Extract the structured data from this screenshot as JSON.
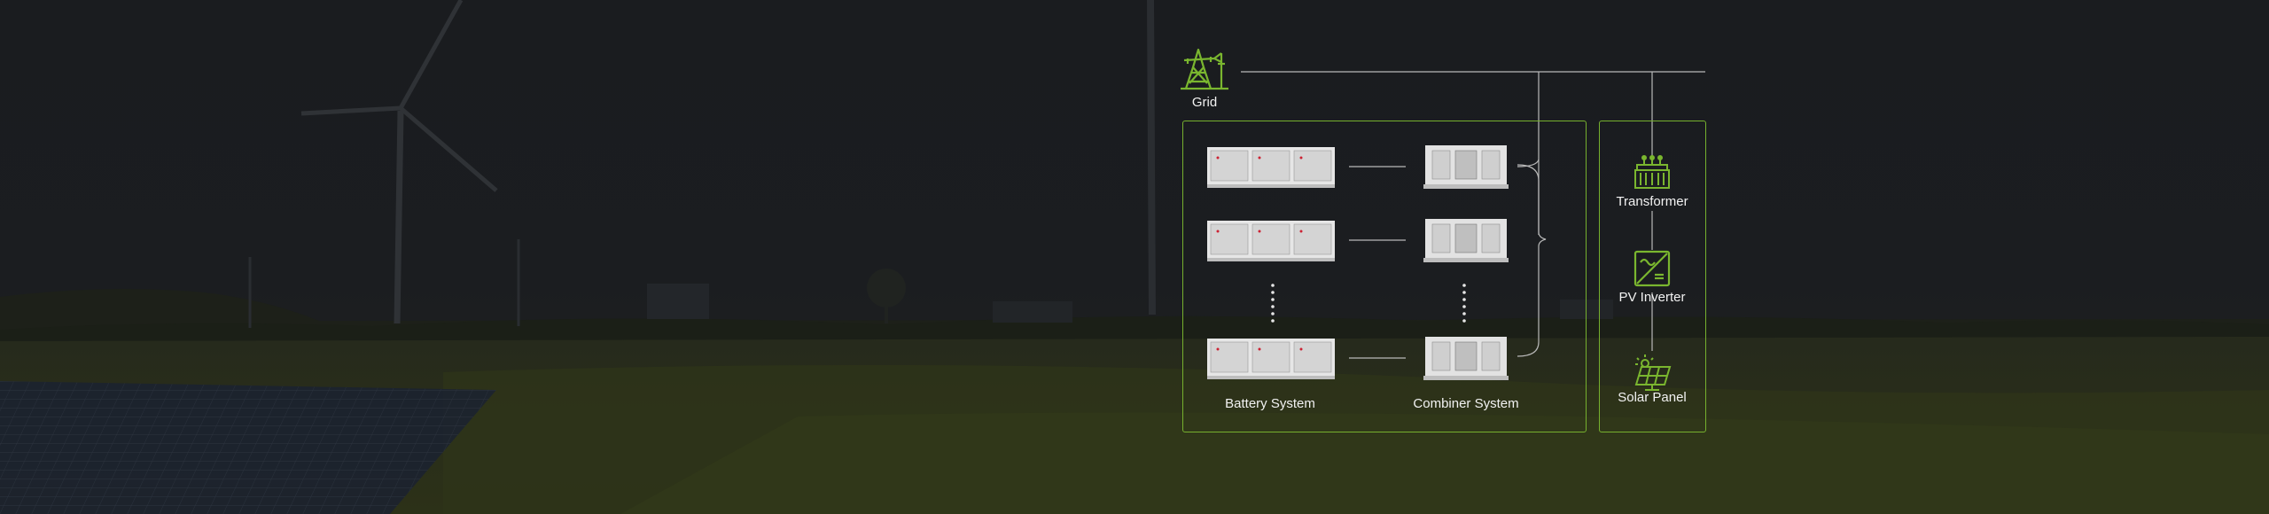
{
  "diagram": {
    "grid_label": "Grid",
    "battery_label": "Battery System",
    "combiner_label": "Combiner System",
    "transformer_label": "Transformer",
    "pv_inverter_label": "PV Inverter",
    "solar_panel_label": "Solar Panel"
  },
  "colors": {
    "accent": "#7ab62f",
    "line": "#b9b9b9",
    "equipment": "#e4e4e4",
    "background": "#17191b"
  },
  "icons": [
    "grid-tower-icon",
    "transformer-icon",
    "pv-inverter-icon",
    "solar-panel-icon"
  ]
}
